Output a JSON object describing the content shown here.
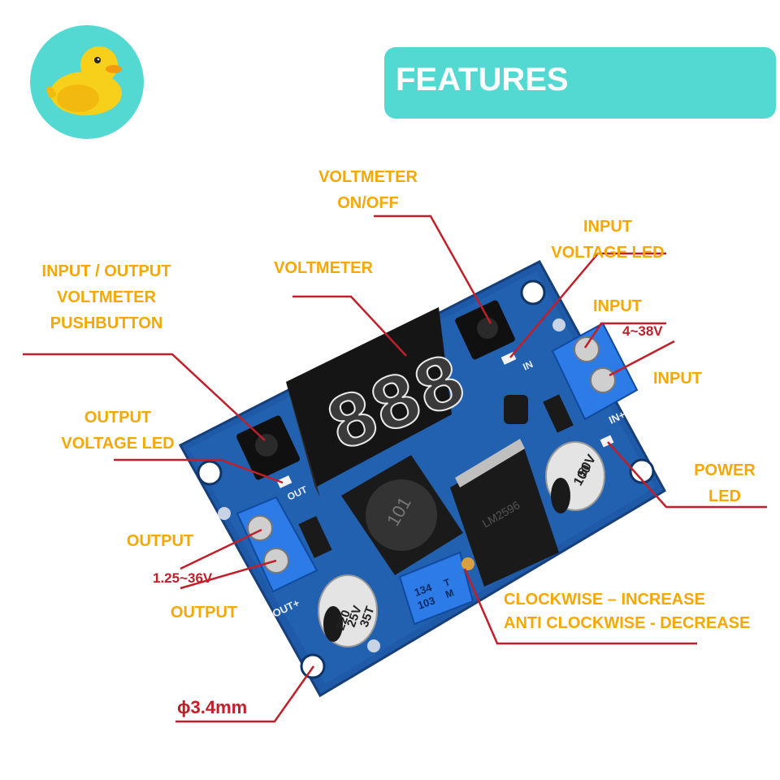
{
  "header": {
    "title": "FEATURES"
  },
  "logo": {
    "icon": "duck-icon"
  },
  "colors": {
    "accent": "#53d8d2",
    "label": "#f5a800",
    "leader": "#c0202a",
    "pcb": "#1e5aa8"
  },
  "labels": {
    "voltmeter_onoff": [
      "VOLTMETER",
      "ON/OFF"
    ],
    "input_voltage_led": [
      "INPUT",
      "VOLTAGE LED"
    ],
    "voltmeter": "VOLTMETER",
    "io_pushbutton": [
      "INPUT / OUTPUT",
      "VOLTMETER",
      "PUSHBUTTON"
    ],
    "input_top": "INPUT",
    "input_range": "4~38V",
    "input_bottom": "INPUT",
    "output_voltage_led": [
      "OUTPUT",
      "VOLTAGE LED"
    ],
    "power_led": [
      "POWER",
      "LED"
    ],
    "output_top": "OUTPUT",
    "output_range": "1.25~36V",
    "output_bottom": "OUTPUT",
    "potentiometer": [
      "CLOCKWISE – INCREASE",
      "ANTI CLOCKWISE - DECREASE"
    ],
    "hole_size": "ϕ3.4mm"
  },
  "board_markings": {
    "display": "888",
    "inductor": "101",
    "pot": [
      "134",
      "103",
      "T",
      "M"
    ],
    "cap_in": [
      "100",
      "50V"
    ],
    "cap_out": [
      "220",
      "25V",
      "35T"
    ],
    "silk_in": "IN+",
    "silk_out": "OUT",
    "silk_out_plus": "OUT+",
    "silk_led_in": "IN",
    "regulator": "LM2596"
  }
}
